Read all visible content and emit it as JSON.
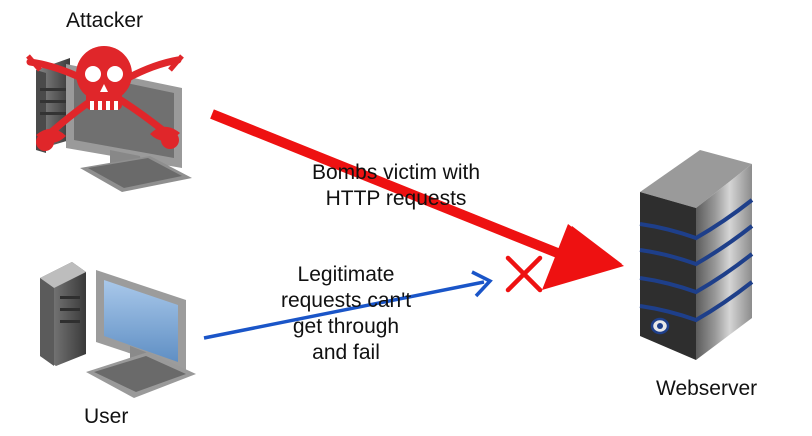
{
  "nodes": {
    "attacker": {
      "label": "Attacker"
    },
    "user": {
      "label": "User"
    },
    "webserver": {
      "label": "Webserver"
    }
  },
  "edges": {
    "attack": {
      "label_lines": [
        "Bombs victim with",
        "HTTP requests"
      ],
      "color": "#ee1111"
    },
    "legit": {
      "label_lines": [
        "Legitimate",
        "requests can't",
        "get through",
        "and fail"
      ],
      "color": "#1a55c8",
      "blocked_mark_color": "#ee1111"
    }
  },
  "colors": {
    "skull": "#e0262a",
    "server_stripe": "#1e3f8a",
    "screen": "#7aa9d8"
  },
  "icons": [
    "skull-crossed-swords-icon",
    "desktop-computer-icon",
    "tower-server-icon",
    "blocked-x-icon"
  ]
}
